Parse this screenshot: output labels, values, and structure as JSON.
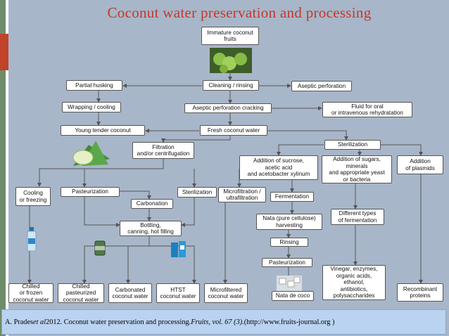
{
  "title": "Coconut water preservation and processing",
  "nodes": {
    "immature": "Immature coconut\nfruits",
    "partial_husking": "Partial husking",
    "cleaning": "Cleaning / rinsing",
    "aseptic_perforation": "Aseptic perforation",
    "wrapping": "Wrapping / cooling",
    "aseptic_cracking": "Aseptic perforation cracking",
    "fluid_oral": "Fluid for oral\nor intravenous rehydratation",
    "young_tender": "Young tender coconut",
    "fresh_water": "Fresh coconut water",
    "filtration": "Filtration\nand/or centrifugation",
    "sterilization_top": "Sterilization",
    "addition_sucrose": "Addition of sucrose,\nacetic acid\nand acetobacter xylinum",
    "addition_sugars": "Addition of sugars,\nminerals\nand appropriate yeast\nor bacteria",
    "addition_plasmids": "Addition\nof plasmids",
    "cooling": "Cooling\nor freezing",
    "pasteurization": "Pasteurization",
    "sterilization_mid": "Sterilization",
    "microfiltration": "Microfiltration /\nultrafiltration",
    "fermentation": "Fermentation",
    "carbonation": "Carbonation",
    "nata_harvest": "Nata (pure cellulose)\nharvesting",
    "different_types": "Different types\nof fermentation",
    "bottling": "Bottling,\ncanning, hot filling",
    "rinsing": "Rinsing",
    "pasteurization2": "Pasteurization",
    "vinegar": "Vinegar, enzymes,\norganic acids,\nethanol,\nantibiotics,\npolysaccharides",
    "chilled_frozen": "Chilled\nor frozen\ncoconut water",
    "chilled_past": "Chilled\npasteurized\ncoconut water",
    "carbonated": "Carbonated\ncoconut water",
    "htst": "HTST\ncoconut water",
    "microfiltered": "Microfiltered\ncoconut water",
    "nata_de_coco": "Nata de coco",
    "recombinant": "Recombinant\nproteins"
  },
  "caption": {
    "author": "A. Prades ",
    "etal": "et al",
    "mid": " 2012. Coconut water preservation and processing. ",
    "journal": "Fruits, vol. 67 (3).",
    "url": "(http://www.fruits-journal.org )"
  },
  "colors": {
    "title": "#c0392b",
    "background": "#a8b6c9",
    "caption_bg": "#b9d3f0",
    "arrow": "#555555"
  }
}
